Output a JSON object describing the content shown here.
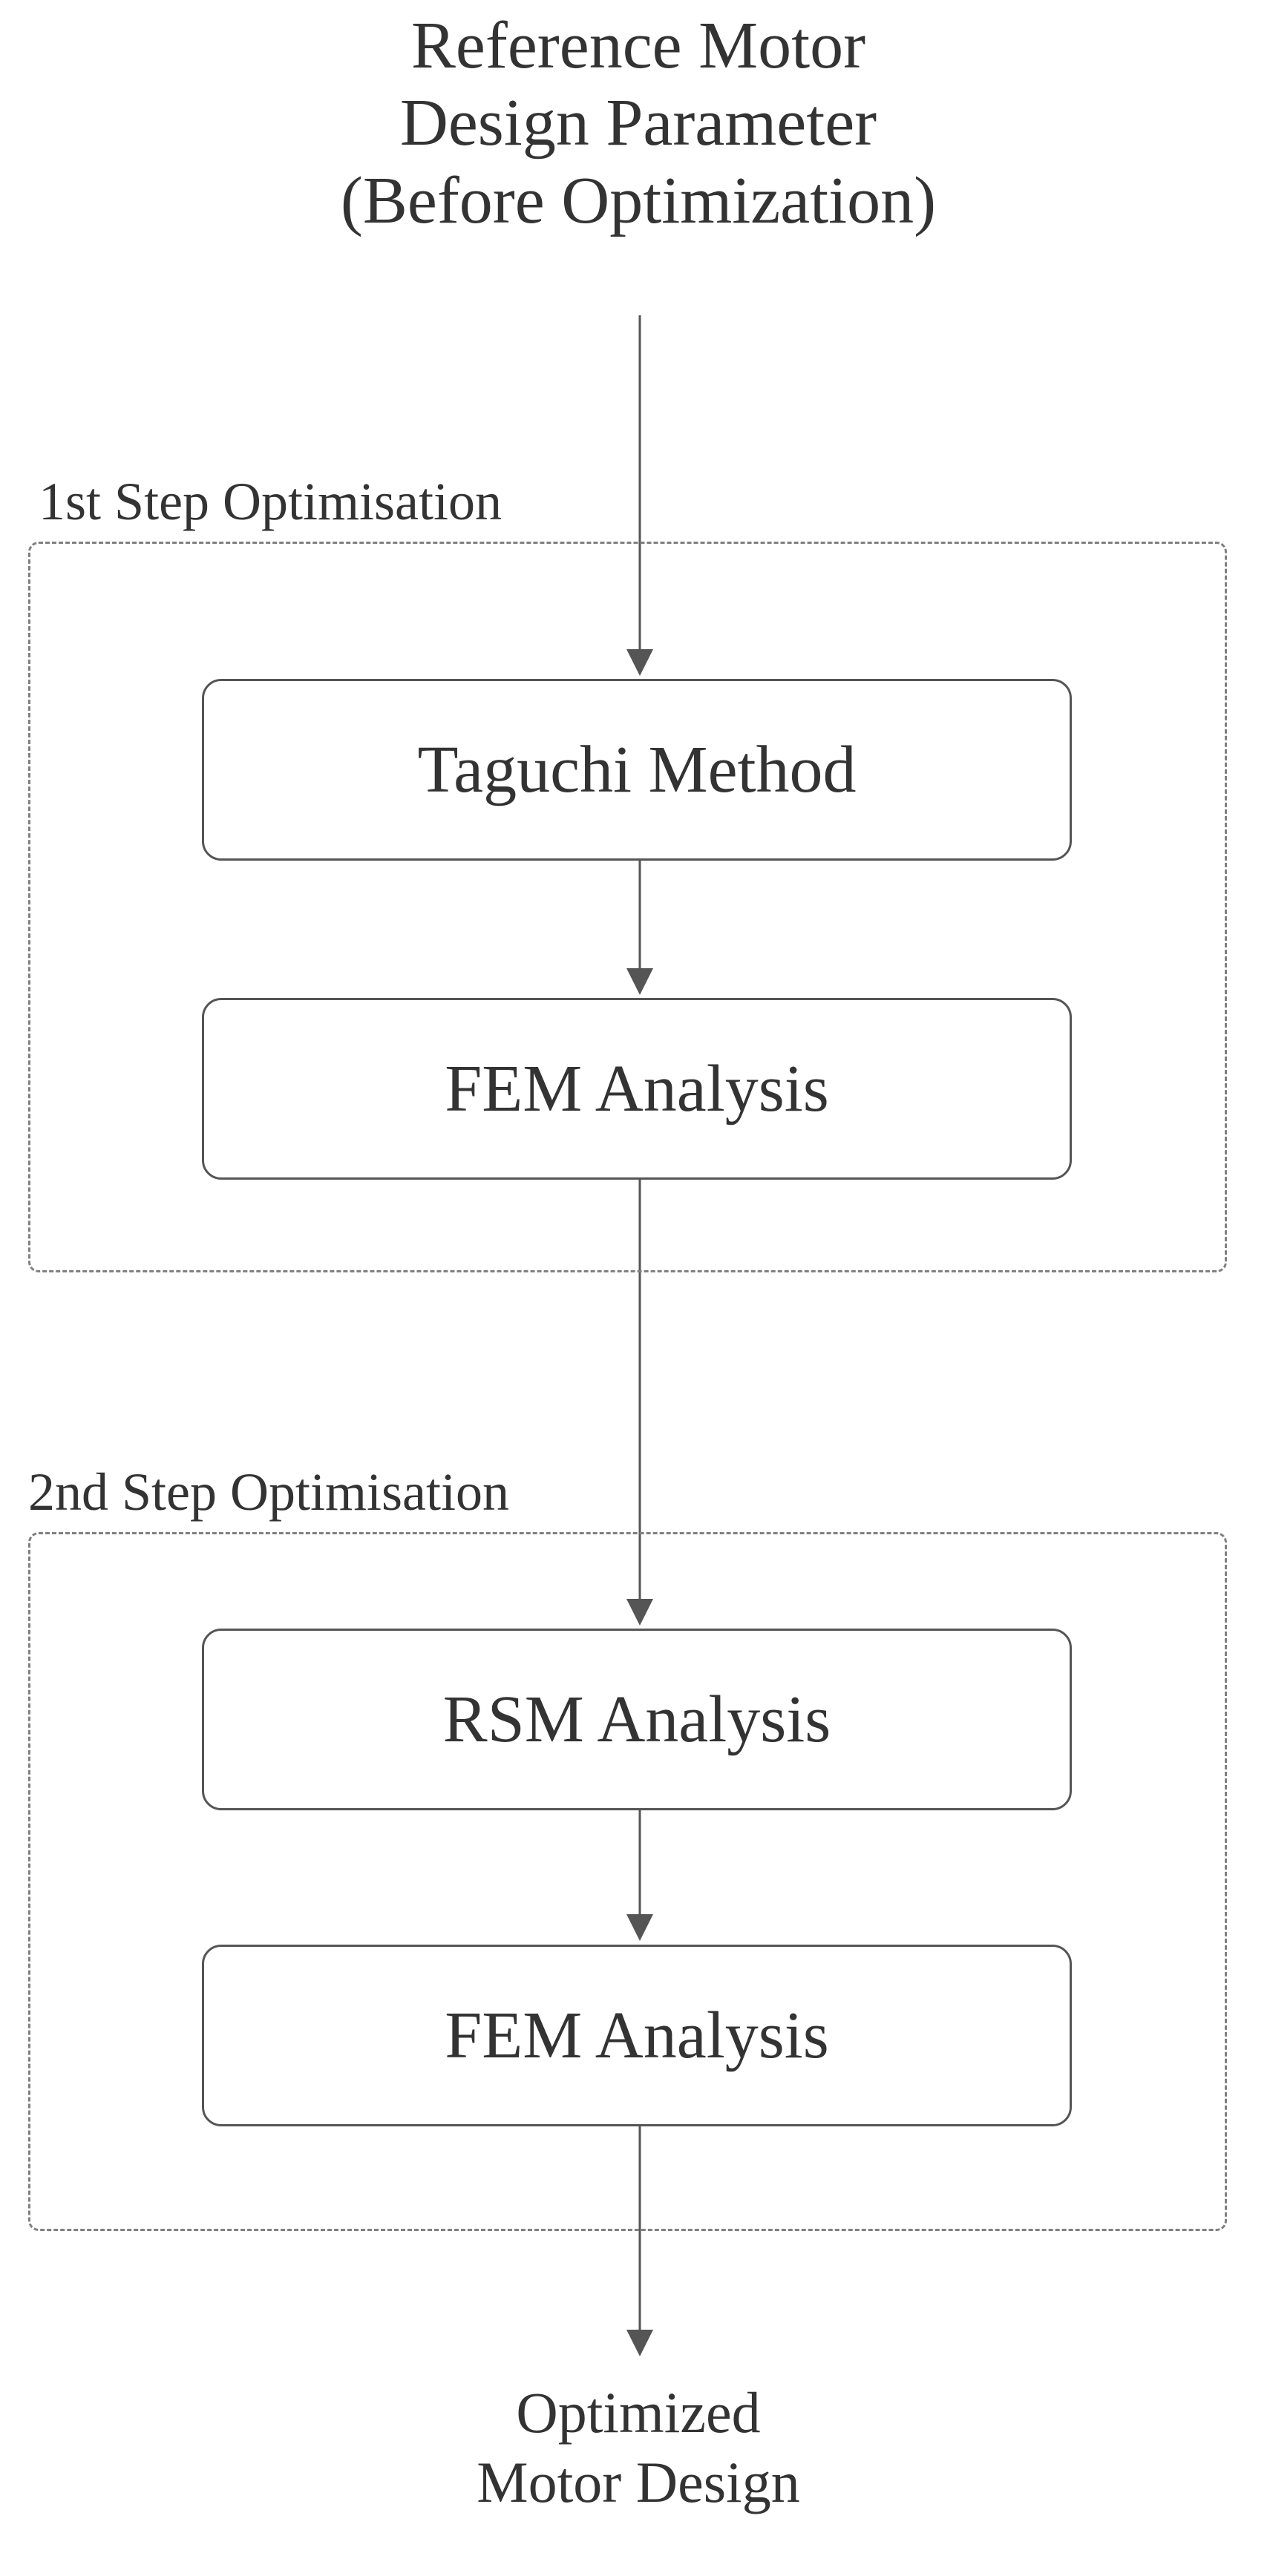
{
  "start": {
    "lines": [
      "Reference Motor",
      "Design Parameter",
      "(Before Optimization)"
    ]
  },
  "groups": [
    {
      "label": "1st Step Optimisation"
    },
    {
      "label": "2nd Step Optimisation"
    }
  ],
  "steps": [
    {
      "label": "Taguchi Method"
    },
    {
      "label": "FEM Analysis"
    },
    {
      "label": "RSM Analysis"
    },
    {
      "label": "FEM Analysis"
    }
  ],
  "end": {
    "lines": [
      "Optimized",
      "Motor Design"
    ]
  },
  "colors": {
    "line": "#555555",
    "dashed_border": "#808080",
    "text": "#333333"
  }
}
